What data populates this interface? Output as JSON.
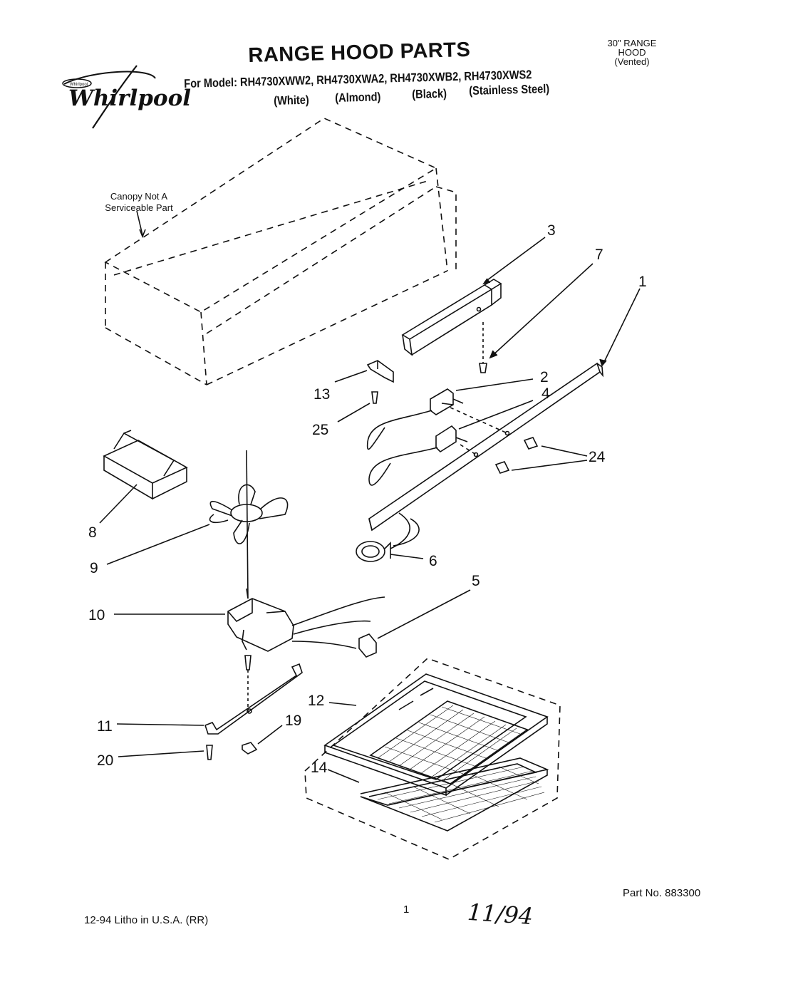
{
  "header": {
    "title": "RANGE HOOD PARTS",
    "model_prefix": "For Model:",
    "models": "RH4730XWW2, RH4730XWA2, RH4730XWB2, RH4730XWS2",
    "colors": [
      "(White)",
      "(Almond)",
      "(Black)",
      "(Stainless Steel)"
    ],
    "hood_type": [
      "30\" RANGE",
      "HOOD",
      "(Vented)"
    ]
  },
  "logo": {
    "brand": "Whirlpool",
    "badge": "Whirlpool"
  },
  "canopy_note": [
    "Canopy Not A",
    "Serviceable Part"
  ],
  "callouts": [
    "3",
    "7",
    "1",
    "2",
    "4",
    "13",
    "25",
    "24",
    "8",
    "9",
    "6",
    "5",
    "10",
    "12",
    "11",
    "19",
    "20",
    "14"
  ],
  "footer": {
    "part_no": "Part No. 883300",
    "litho": "12-94  Litho in U.S.A. (RR)",
    "page": "1",
    "handwritten_date": "11/94"
  },
  "colors_palette": {
    "ink": "#111111",
    "paper": "#ffffff"
  }
}
